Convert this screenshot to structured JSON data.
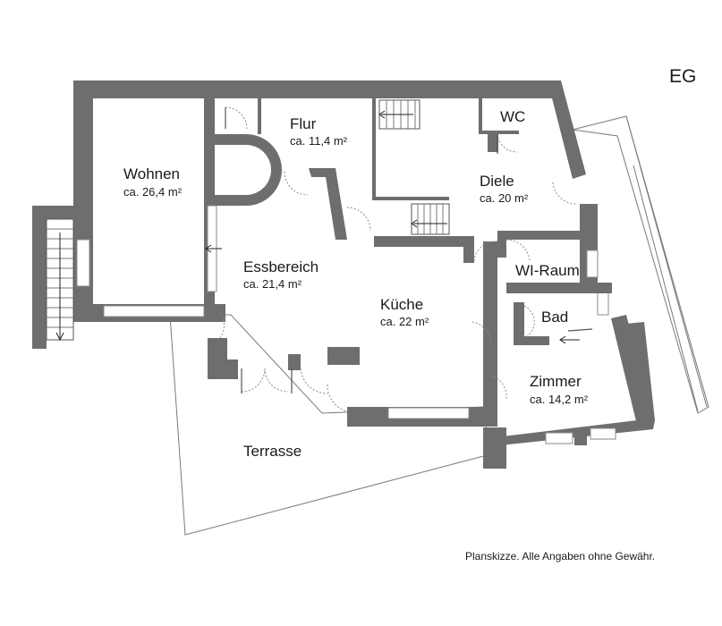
{
  "floor_label": "EG",
  "disclaimer": "Planskizze. Alle Angaben ohne Gewähr.",
  "rooms": {
    "wohnen": {
      "name": "Wohnen",
      "area": "ca. 26,4 m²"
    },
    "flur": {
      "name": "Flur",
      "area": "ca. 11,4 m²"
    },
    "wc": {
      "name": "WC"
    },
    "diele": {
      "name": "Diele",
      "area": "ca. 20 m²"
    },
    "essbereich": {
      "name": "Essbereich",
      "area": "ca. 21,4 m²"
    },
    "kueche": {
      "name": "Küche",
      "area": "ca. 22 m²"
    },
    "wi_raum": {
      "name": "WI-Raum"
    },
    "bad": {
      "name": "Bad"
    },
    "zimmer": {
      "name": "Zimmer",
      "area": "ca. 14,2 m²"
    },
    "terrasse": {
      "name": "Terrasse"
    }
  }
}
